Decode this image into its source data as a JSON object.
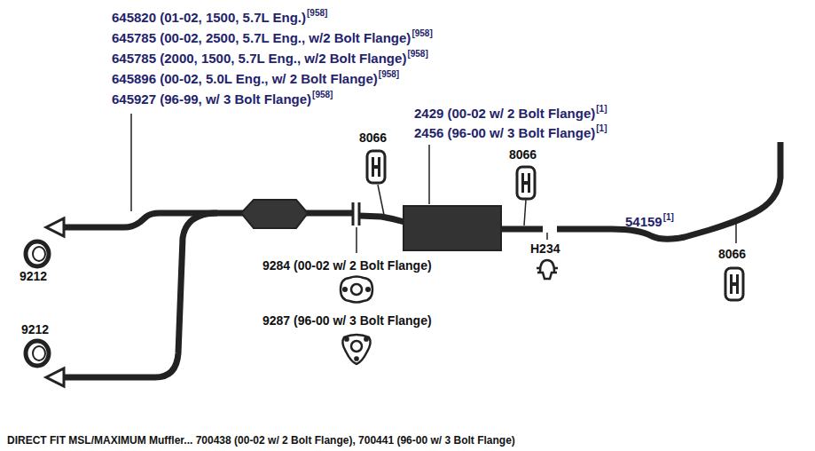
{
  "diagram": {
    "caption": "DIRECT FIT MSL/MAXIMUM Muffler... 700438 (00-02 w/ 2 Bolt Flange), 700441 (96-00 w/ 3 Bolt Flange)",
    "labels": [
      "645820 (01-02, 1500, 5.7L Eng.)",
      "[958]",
      "645785 (00-02, 2500, 5.7L Eng., w/2 Bolt Flange)",
      "[958]",
      "645785 (2000, 1500, 5.7L Eng., w/2 Bolt Flange)",
      "[958]",
      "645896 (00-02, 5.0L Eng., w/ 2 Bolt Flange)",
      "[958]",
      "645927 (96-99, w/ 3 Bolt Flange)",
      "[958]",
      "2429 (00-02 w/ 2 Bolt Flange)",
      "[1]",
      "2456 (96-00 w/ 3 Bolt Flange)",
      "[1]",
      "8066",
      "8066",
      "54159",
      "[1]",
      "8066",
      "9212",
      "9212",
      "H234",
      "9284 (00-02 w/ 2 Bolt Flange)",
      "9287 (96-00 w/ 3 Bolt Flange)"
    ]
  }
}
